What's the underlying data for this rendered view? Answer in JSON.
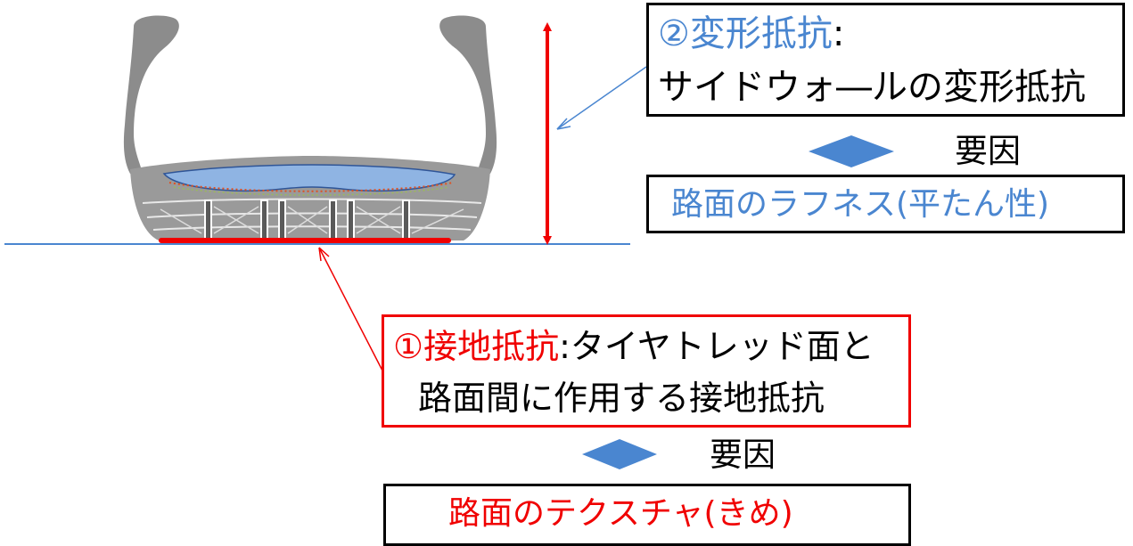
{
  "colors": {
    "blue": "#4a86d0",
    "red": "#f00000",
    "road_line": "#4a86d0",
    "tire_gray": "#8c8c8c",
    "arrow_blue": "#4a86d0"
  },
  "icons": {
    "tire": "tire-cross-section-icon",
    "double_arrow": "double-headed-arrow-icon"
  },
  "box2": {
    "title_num": "②",
    "title": "変形抵抗",
    "colon": ":",
    "desc": "サイドウォ―ルの変形抵抗"
  },
  "box2_factor": {
    "label": "要因"
  },
  "box2_cause": {
    "text": "路面のラフネス(平たん性)"
  },
  "box1": {
    "title_num": "①",
    "title": "接地抵抗",
    "colon": ":",
    "desc_line1": "タイヤトレッド面と",
    "desc_line2": "路面間に作用する接地抵抗"
  },
  "box1_factor": {
    "label": "要因"
  },
  "box1_cause": {
    "text": "路面のテクスチャ(きめ)"
  }
}
